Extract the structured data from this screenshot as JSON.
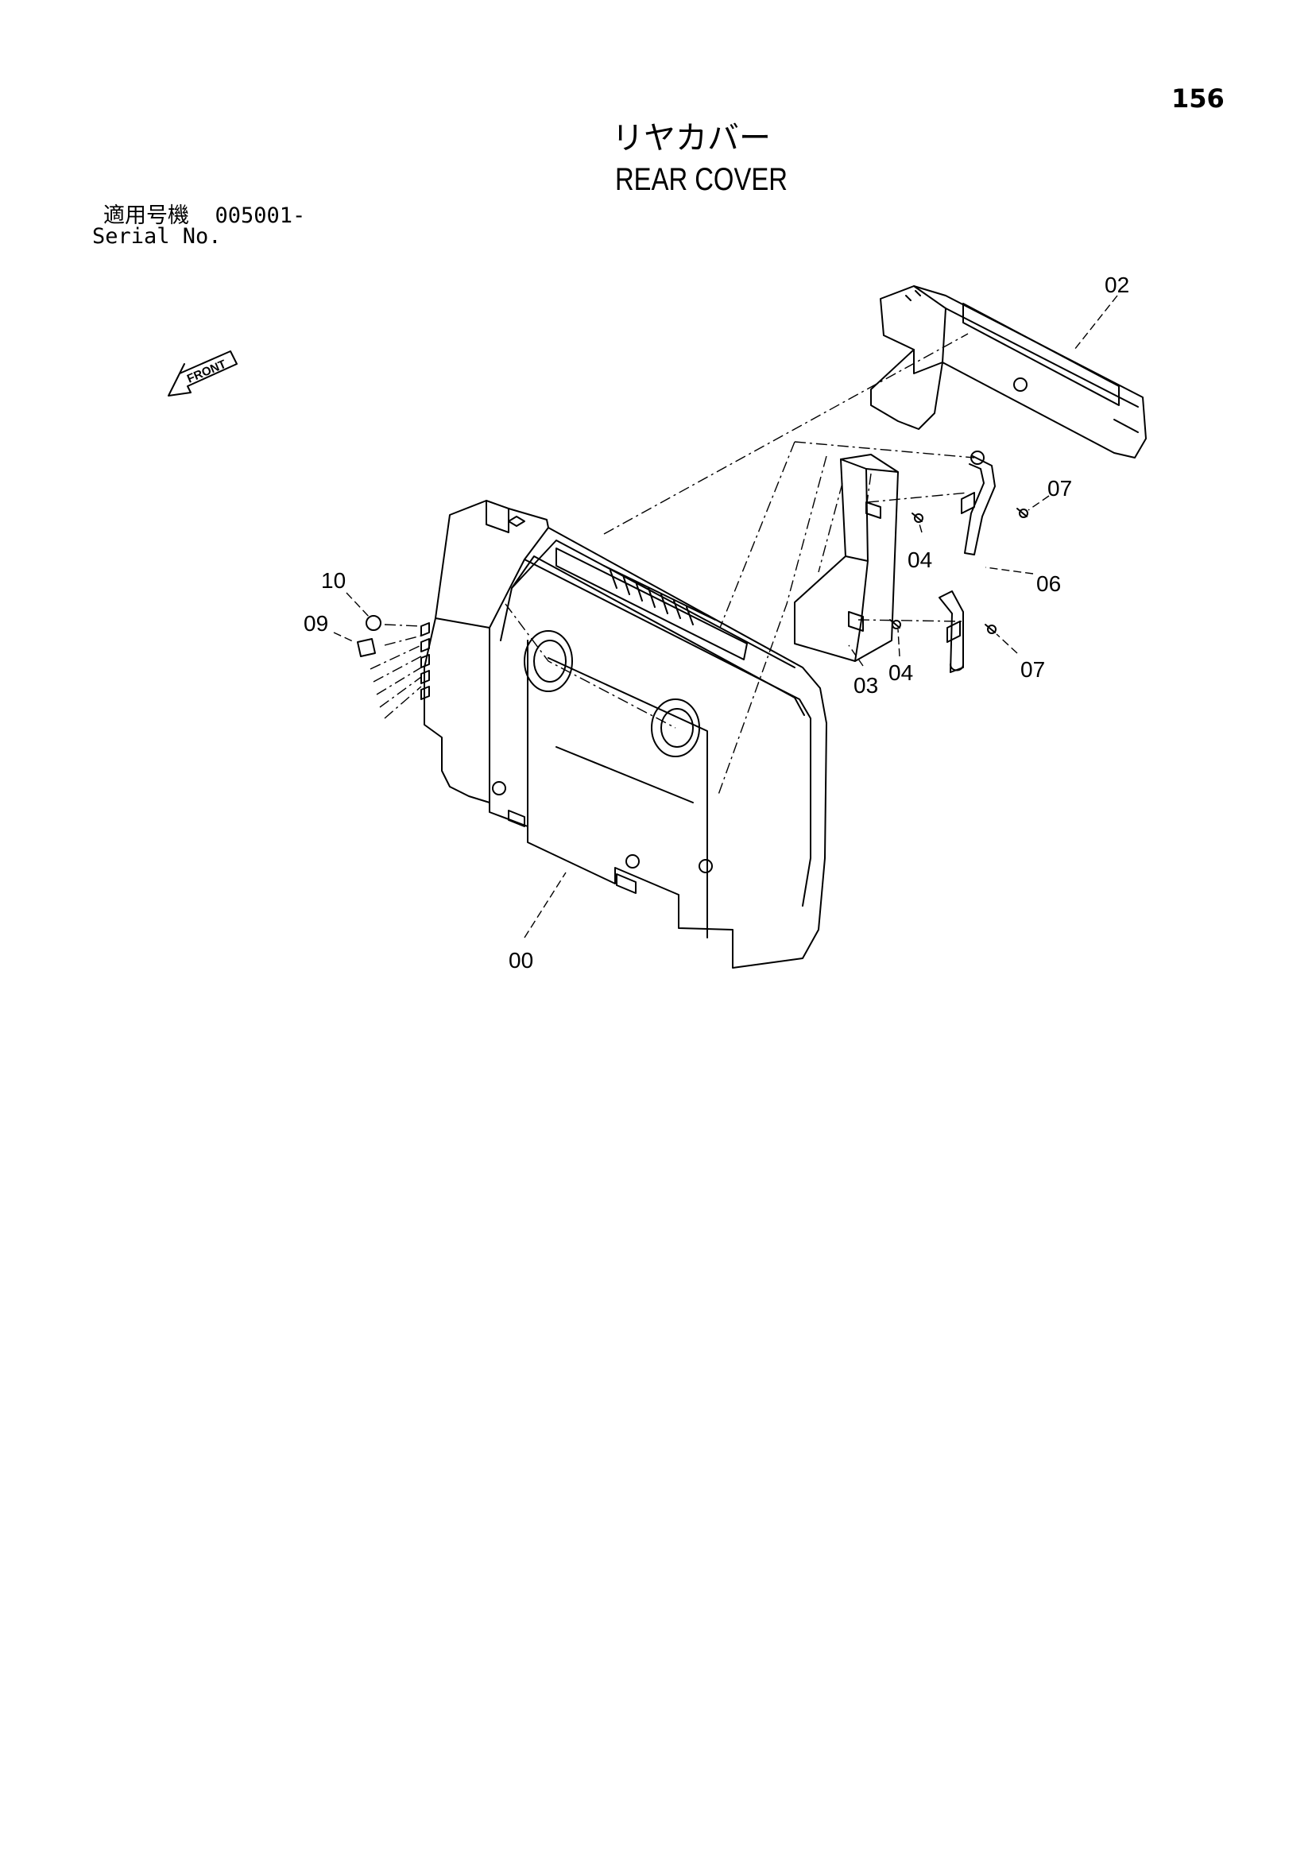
{
  "page": {
    "number": "156"
  },
  "title": {
    "japanese": "リヤカバー",
    "english": "REAR COVER"
  },
  "serial": {
    "label_jp": "適用号機",
    "value": "005001-",
    "label_en": "Serial No."
  },
  "front_arrow": {
    "text": "FRONT",
    "icon": "front-arrow-icon"
  },
  "callouts": [
    {
      "id": "00",
      "label": "00"
    },
    {
      "id": "02",
      "label": "02"
    },
    {
      "id": "03",
      "label": "03"
    },
    {
      "id": "04a",
      "label": "04"
    },
    {
      "id": "04b",
      "label": "04"
    },
    {
      "id": "06",
      "label": "06"
    },
    {
      "id": "07a",
      "label": "07"
    },
    {
      "id": "07b",
      "label": "07"
    },
    {
      "id": "09",
      "label": "09"
    },
    {
      "id": "10",
      "label": "10"
    }
  ]
}
